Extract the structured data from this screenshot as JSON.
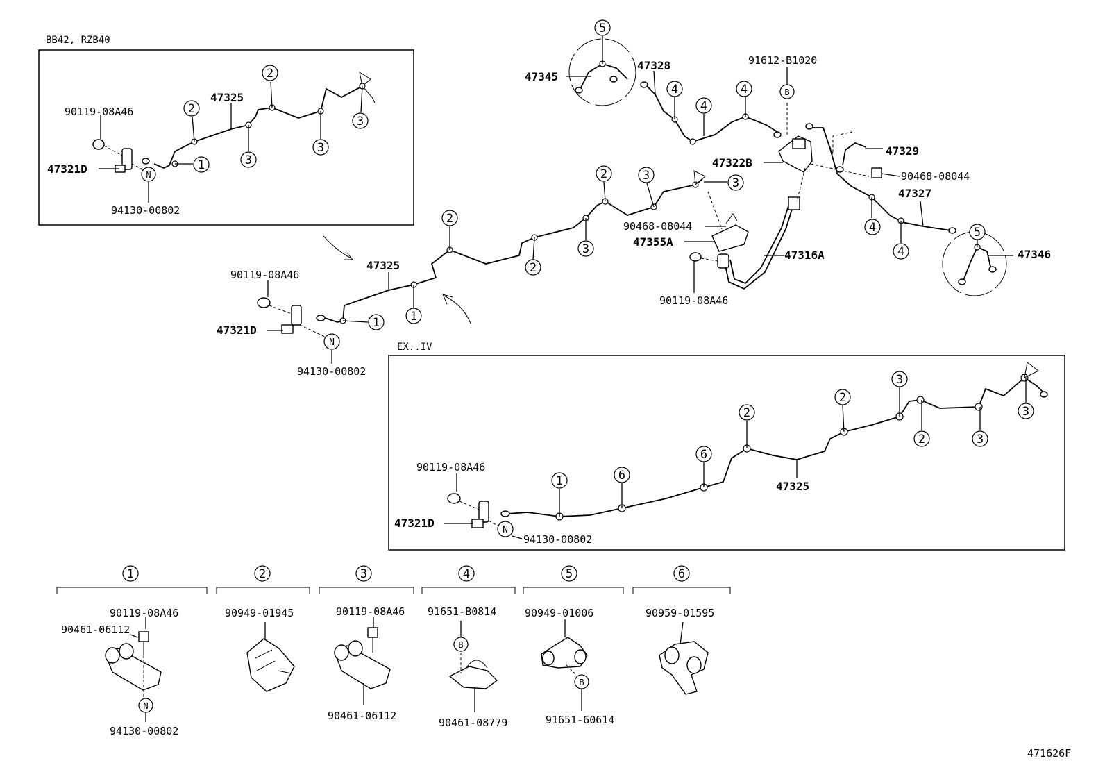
{
  "inset_top": {
    "caption": "BB42, RZB40",
    "pipe": "47325",
    "bolt": "90119-08A46",
    "sensor": "47321D",
    "nut": "94130-00802"
  },
  "main": {
    "pipe_47325": "47325",
    "bolt_left": "90119-08A46",
    "sensor": "47321D",
    "nut": "94130-00802",
    "p47345": "47345",
    "p47328": "47328",
    "p91612": "91612-B1020",
    "p47329": "47329",
    "p47322B": "47322B",
    "p90468_right": "90468-08044",
    "p47327": "47327",
    "p47346": "47346",
    "p90468_mid": "90468-08044",
    "p47355A": "47355A",
    "p47316A": "47316A",
    "bolt_mid": "90119-08A46"
  },
  "inset_bottom": {
    "caption": "EX..IV",
    "bolt": "90119-08A46",
    "sensor": "47321D",
    "nut": "94130-00802",
    "pipe": "47325"
  },
  "markers": {
    "c1": "1",
    "c2": "2",
    "c3": "3",
    "c4": "4",
    "c5": "5",
    "c6": "6",
    "n": "N",
    "b": "B"
  },
  "legend": [
    {
      "id": "1",
      "parts": [
        "90119-08A46",
        "90461-06112",
        "94130-00802"
      ]
    },
    {
      "id": "2",
      "parts": [
        "90949-01945"
      ]
    },
    {
      "id": "3",
      "parts": [
        "90119-08A46",
        "90461-06112"
      ]
    },
    {
      "id": "4",
      "parts": [
        "91651-B0814",
        "90461-08779"
      ]
    },
    {
      "id": "5",
      "parts": [
        "90949-01006",
        "91651-60614"
      ]
    },
    {
      "id": "6",
      "parts": [
        "90959-01595"
      ]
    }
  ],
  "figure_code": "471626F"
}
